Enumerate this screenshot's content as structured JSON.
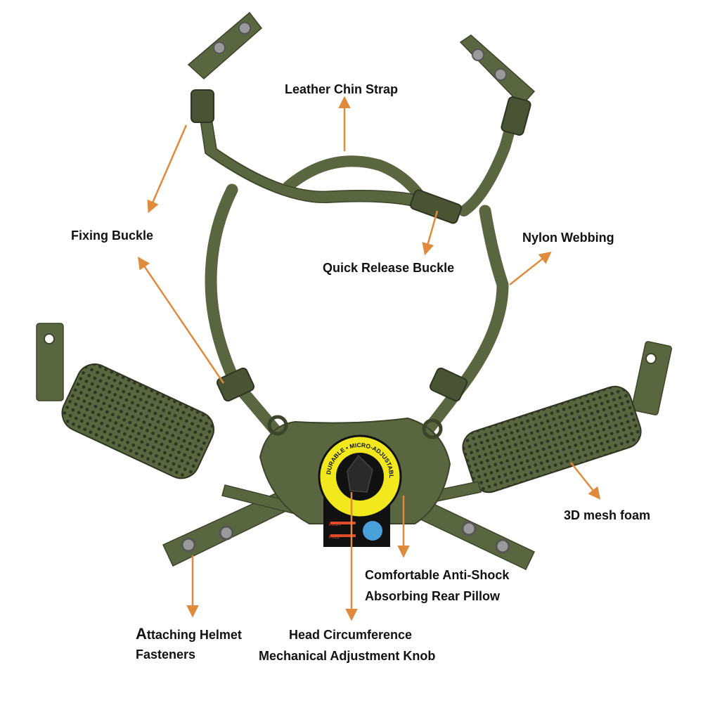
{
  "colors": {
    "olive": "#5a6640",
    "olive_dark": "#3c4529",
    "olive_light": "#76825a",
    "mesh": "#4a5434",
    "arrow": "#e08a3c",
    "knob_yellow": "#f2e81e",
    "knob_black": "#111111",
    "grommet": "#9a9a9a"
  },
  "icons": {
    "knob": "rotary-knob-icon",
    "grommet": "metal-grommet-icon",
    "buckle": "side-release-buckle-icon"
  },
  "knob": {
    "ring_text": "DURABLE • MICRO-ADJUSTABLE • SECURE",
    "instruction_lines": [
      "PUSH",
      "PULL"
    ]
  },
  "labels": {
    "leather_chin_strap": "Leather Chin Strap",
    "fixing_buckle": "Fixing Buckle",
    "nylon_webbing": "Nylon Webbing",
    "quick_release_buckle": "Quick Release Buckle",
    "mesh_foam": "3D mesh foam",
    "rear_pillow_line1": "Comfortable Anti-Shock",
    "rear_pillow_line2": "Absorbing Rear Pillow",
    "attaching_initial": "A",
    "attaching_rest": "ttaching Helmet",
    "attaching_line2": "Fasteners",
    "head_line1": "Head Circumference",
    "head_line2": "Mechanical Adjustment Knob"
  }
}
